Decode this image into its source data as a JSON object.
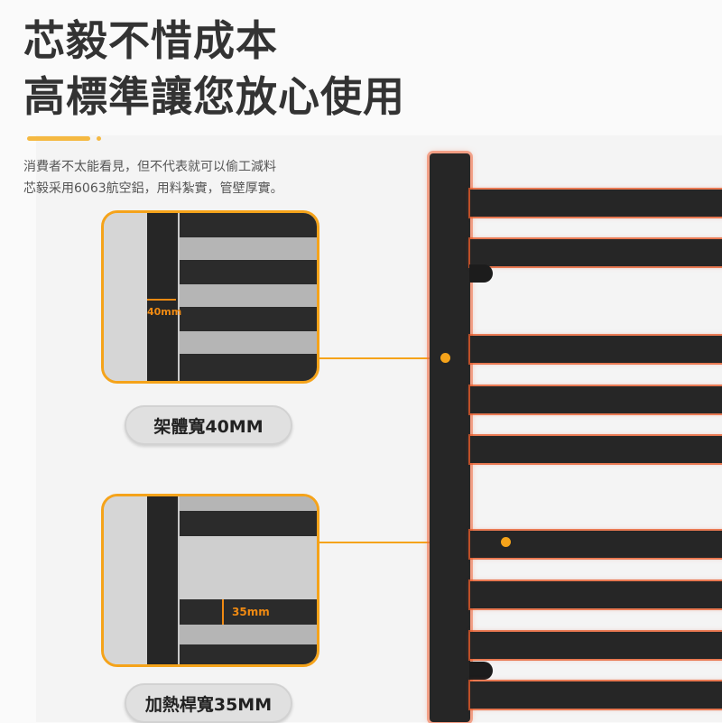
{
  "heading": {
    "line1": "芯毅不惜成本",
    "line2": "高標準讓您放心使用"
  },
  "description": {
    "line1": "消費者不太能看見，但不代表就可以偷工減料",
    "line2": "芯毅采用6063航空鋁，用料紮實，管壁厚實。"
  },
  "detail_frame": {
    "dimension": "40mm",
    "label": "架體寬40MM"
  },
  "detail_bar": {
    "dimension": "35mm",
    "label": "加熱桿寬35MM"
  },
  "colors": {
    "accent": "#f5a31a",
    "title": "#333333",
    "rack": "#262626"
  }
}
